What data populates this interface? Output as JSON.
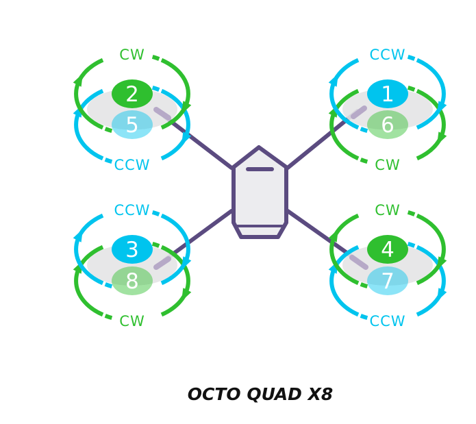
{
  "title": "OCTO QUAD X8",
  "colors": {
    "cw": "#2fbf2f",
    "ccw": "#00c4ee",
    "frame": "#5b4b80",
    "body_fill": "#ececef",
    "blade": "#e4e4e6"
  },
  "arms": [
    {
      "id": "front-left",
      "top": {
        "number": "2",
        "dir": "CW"
      },
      "bottom": {
        "number": "5",
        "dir": "CCW"
      }
    },
    {
      "id": "front-right",
      "top": {
        "number": "1",
        "dir": "CCW"
      },
      "bottom": {
        "number": "6",
        "dir": "CW"
      }
    },
    {
      "id": "rear-left",
      "top": {
        "number": "3",
        "dir": "CCW"
      },
      "bottom": {
        "number": "8",
        "dir": "CW"
      }
    },
    {
      "id": "rear-right",
      "top": {
        "number": "4",
        "dir": "CW"
      },
      "bottom": {
        "number": "7",
        "dir": "CCW"
      }
    }
  ]
}
